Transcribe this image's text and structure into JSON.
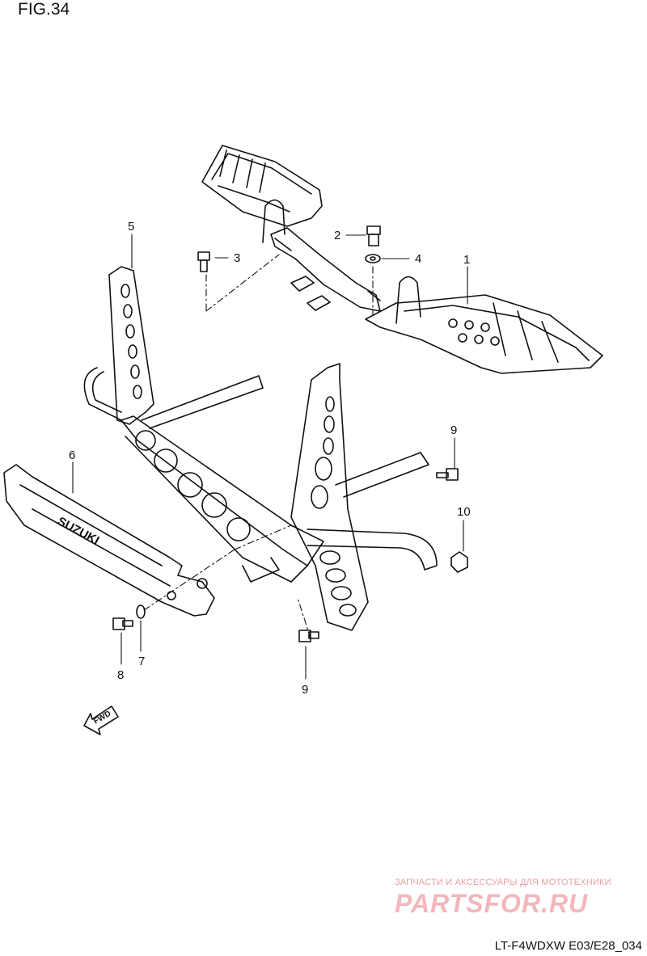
{
  "figure": {
    "title": "FIG.34",
    "model_code": "LT-F4WDXW E03/E28_034"
  },
  "parts": [
    {
      "number": "1"
    },
    {
      "number": "2"
    },
    {
      "number": "3"
    },
    {
      "number": "4"
    },
    {
      "number": "5"
    },
    {
      "number": "6"
    },
    {
      "number": "7"
    },
    {
      "number": "8"
    },
    {
      "number": "9"
    },
    {
      "number": "10"
    }
  ],
  "labels": {
    "skid_plate_logo": "SUZUKI",
    "direction_arrow": "FWD"
  },
  "watermark": {
    "caption": "ЗАПЧАСТИ И АКСЕССУАРЫ ДЛЯ МОТОТЕХНИКИ",
    "logo": "PARTSFOR.RU"
  },
  "colors": {
    "line": "#111111",
    "watermark": "#f2b7bb"
  }
}
